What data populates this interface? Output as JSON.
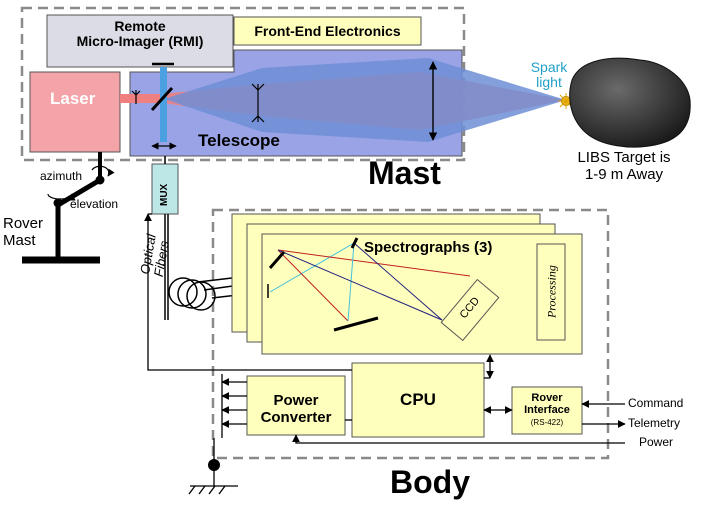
{
  "labels": {
    "rmi_line1": "Remote",
    "rmi_line2": "Micro-Imager (RMI)",
    "front_end": "Front-End Electronics",
    "laser": "Laser",
    "telescope": "Telescope",
    "spark_line1": "Spark",
    "spark_line2": "light",
    "target_line1": "LIBS Target is",
    "target_line2": "1-9 m Away",
    "mast": "Mast",
    "azimuth": "azimuth",
    "elevation": "elevation",
    "rover_mast_line1": "Rover",
    "rover_mast_line2": "Mast",
    "mux": "MUX",
    "optical_line1": "Optical",
    "optical_line2": "Fibers",
    "spectrographs": "Spectrographs (3)",
    "ccd": "CCD",
    "processing": "Processing",
    "cpu": "CPU",
    "power_line1": "Power",
    "power_line2": "Converter",
    "rover_if_line1": "Rover",
    "rover_if_line2": "Interface",
    "rs422": "(RS-422)",
    "command": "Command",
    "telemetry": "Telemetry",
    "power": "Power",
    "body": "Body"
  },
  "colors": {
    "laser_box": "#f4a3a8",
    "laser_beam": "#f08080",
    "telescope_box": "#9aa3e6",
    "cone": "#6e8fd6",
    "rmi_box": "#dcdce6",
    "yellow_box": "#ffffbd",
    "mux_box": "#bde6e6",
    "spark_text": "#22a0c8",
    "rock": "#3a3a3a"
  }
}
